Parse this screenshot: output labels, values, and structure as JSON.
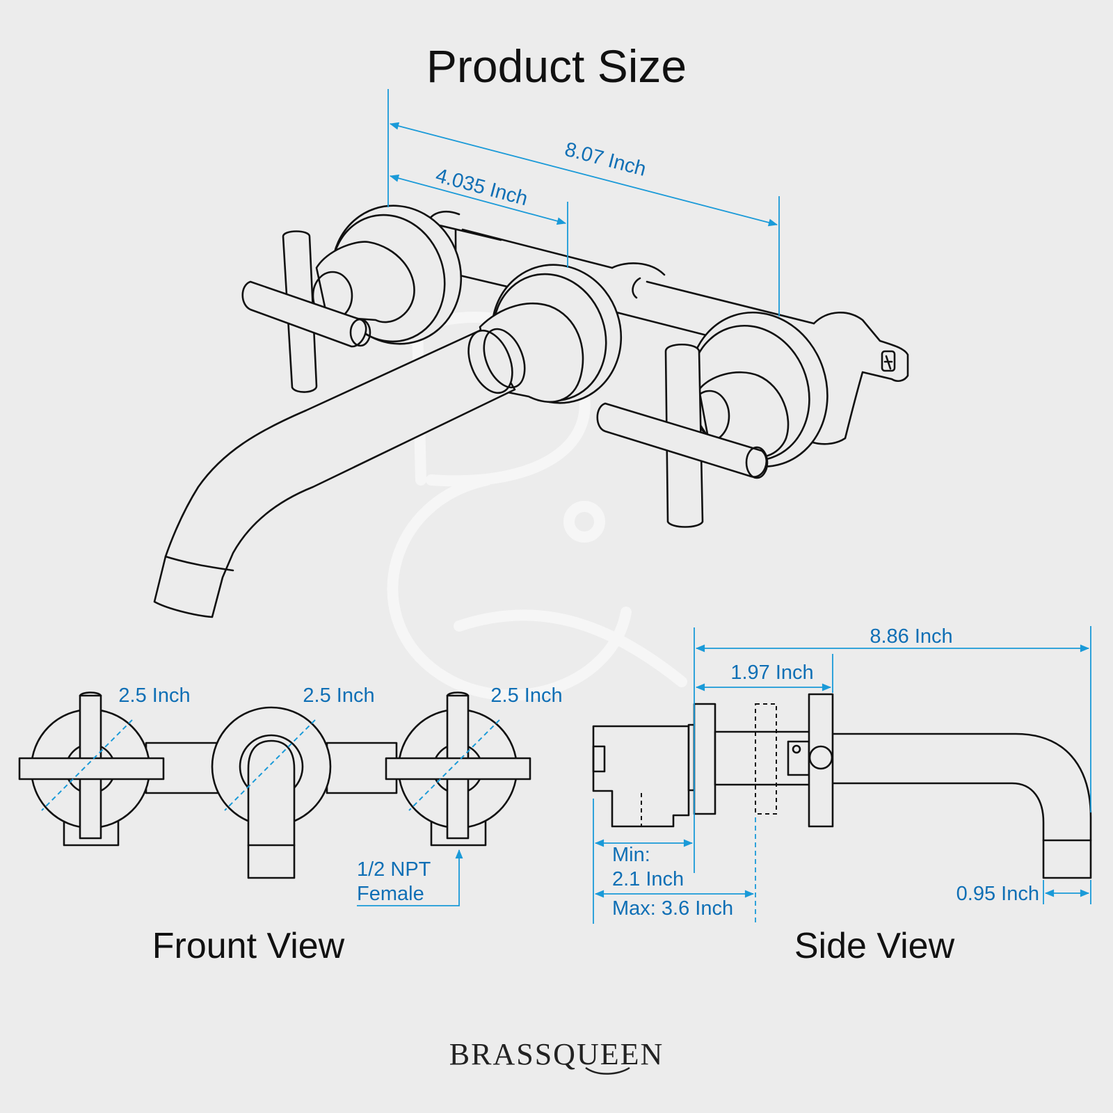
{
  "title": "Product Size",
  "dimensions": {
    "overall_width": "8.07 Inch",
    "half_width": "4.035 Inch",
    "handle_diameter_left": "2.5 Inch",
    "spout_plate_diameter": "2.5 Inch",
    "handle_diameter_right": "2.5 Inch",
    "connection_line1": "1/2 NPT",
    "connection_line2": "Female",
    "total_depth": "8.86 Inch",
    "plate_to_handle": "1.97 Inch",
    "wall_min_label": "Min:",
    "wall_min_value": "2.1 Inch",
    "wall_max": "Max: 3.6 Inch",
    "spout_outlet": "0.95 Inch"
  },
  "views": {
    "front": "Frount View",
    "side": "Side View"
  },
  "brand": "BRASSQUEEN",
  "colors": {
    "background": "#ececec",
    "line": "#111111",
    "dimension": "#1a9ad8",
    "dimension_text": "#0f6fb5"
  }
}
